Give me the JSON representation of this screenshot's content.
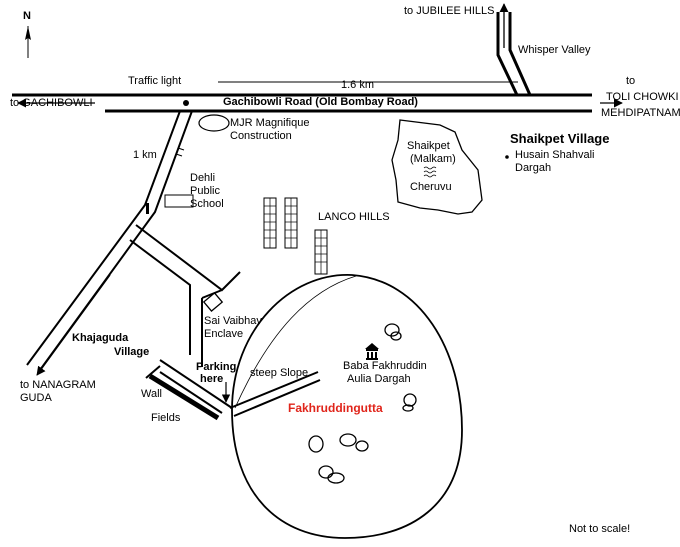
{
  "compass": {
    "north_label": "N"
  },
  "roads": {
    "gachibowli_road": "Gachibowli Road (Old Bombay Road)",
    "distance_1_6": "1.6 km",
    "distance_1": "1 km"
  },
  "directions": {
    "jubilee_hills": "to JUBILEE HILLS",
    "gachibowli": "to GACHIBOWLI",
    "toli_chowki_to": "to",
    "toli_chowki": "TOLI CHOWKI",
    "mehdipatnam": "MEHDIPATNAM",
    "nanagram_line1": "to NANAGRAM",
    "nanagram_line2": "GUDA"
  },
  "places": {
    "traffic_light": "Traffic light",
    "whisper_valley": "Whisper Valley",
    "mjr_line1": "MJR Magnifique",
    "mjr_line2": "Construction",
    "dps_line1": "Dehli",
    "dps_line2": "Public",
    "dps_line3": "School",
    "lanco_hills": "LANCO HILLS",
    "shaikpet_village": "Shaikpet Village",
    "shaikpet_malkam_line1": "Shaikpet",
    "shaikpet_malkam_line2": "(Malkam)",
    "cheruvu": "Cheruvu",
    "dargah_line1": "Husain Shahvali",
    "dargah_line2": "Dargah",
    "khajaguda_line1": "Khajaguda",
    "khajaguda_line2": "Village",
    "sai_vaibhav_line1": "Sai Vaibhav",
    "sai_vaibhav_line2": "Enclave",
    "parking_line1": "Parking",
    "parking_line2": "here",
    "steep_slope": "steep Slope",
    "baba_line1": "Baba Fakhruddin",
    "baba_line2": "Aulia Dargah",
    "fakhruddingutta": "Fakhruddingutta",
    "wall": "Wall",
    "fields": "Fields"
  },
  "note": "Not to scale!",
  "colors": {
    "line": "#000000",
    "highlight": "#e0251b",
    "background": "#ffffff"
  },
  "icons": [
    "compass-icon",
    "building-icon",
    "dargah-icon",
    "boulder-icon",
    "water-icon"
  ]
}
